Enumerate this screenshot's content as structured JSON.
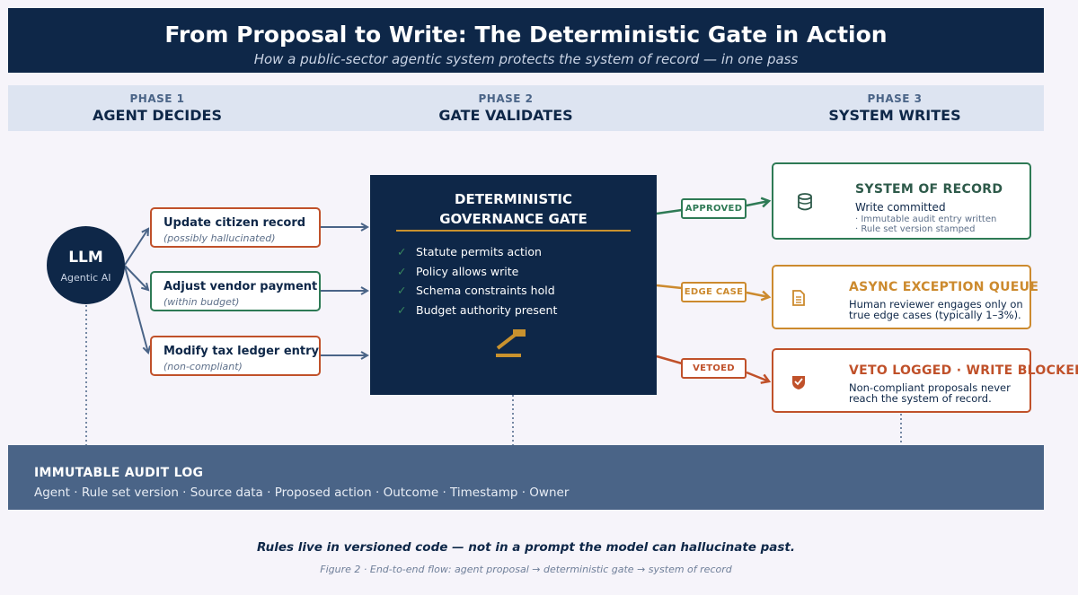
{
  "header": {
    "title": "From Proposal to Write: The Deterministic Gate in Action",
    "subtitle": "How a public-sector agentic system protects the system of record — in one pass"
  },
  "phases": [
    {
      "number": "PHASE 1",
      "label": "AGENT DECIDES"
    },
    {
      "number": "PHASE 2",
      "label": "GATE VALIDATES"
    },
    {
      "number": "PHASE 3",
      "label": "SYSTEM WRITES"
    }
  ],
  "agent": {
    "name": "LLM",
    "role": "Agentic AI"
  },
  "proposals": [
    {
      "title": "Update citizen record",
      "note": "(possibly hallucinated)",
      "color": "#c0512a"
    },
    {
      "title": "Adjust vendor payment",
      "note": "(within budget)",
      "color": "#2e7a55"
    },
    {
      "title": "Modify tax ledger entry",
      "note": "(non-compliant)",
      "color": "#c0512a"
    }
  ],
  "gate": {
    "title_line1": "DETERMINISTIC",
    "title_line2": "GOVERNANCE GATE",
    "checks": [
      "Statute permits action",
      "Policy allows write",
      "Schema constraints hold",
      "Budget authority present"
    ],
    "check_mark": "✓",
    "icon": "gavel-icon"
  },
  "routes": {
    "approved": {
      "label": "APPROVED",
      "color": "#2e7a55"
    },
    "edge": {
      "label": "EDGE CASE",
      "color": "#cc8a2e"
    },
    "vetoed": {
      "label": "VETOED",
      "color": "#c0512a"
    }
  },
  "outcomes": {
    "record": {
      "title": "SYSTEM OF RECORD",
      "status": "Write committed",
      "detail1": "· Immutable audit entry written",
      "detail2": "· Rule set version stamped",
      "icon": "database-icon",
      "color": "#2e7a55"
    },
    "queue": {
      "title": "ASYNC EXCEPTION QUEUE",
      "line1": "Human reviewer engages only on",
      "line2": "true edge cases (typically 1–3%).",
      "icon": "document-icon",
      "color": "#cc8a2e"
    },
    "veto": {
      "title": "VETO LOGGED · WRITE BLOCKED",
      "line1": "Non-compliant proposals never",
      "line2": "reach the system of record.",
      "icon": "shield-check-icon",
      "color": "#c0512a"
    }
  },
  "audit_log": {
    "title": "IMMUTABLE AUDIT LOG",
    "fields": "Agent · Rule set version · Source data · Proposed action · Outcome · Timestamp · Owner"
  },
  "tagline": "Rules live in versioned code — not in a prompt the model can hallucinate past.",
  "caption": "Figure 2  ·  End-to-end flow: agent proposal → deterministic gate → system of record"
}
